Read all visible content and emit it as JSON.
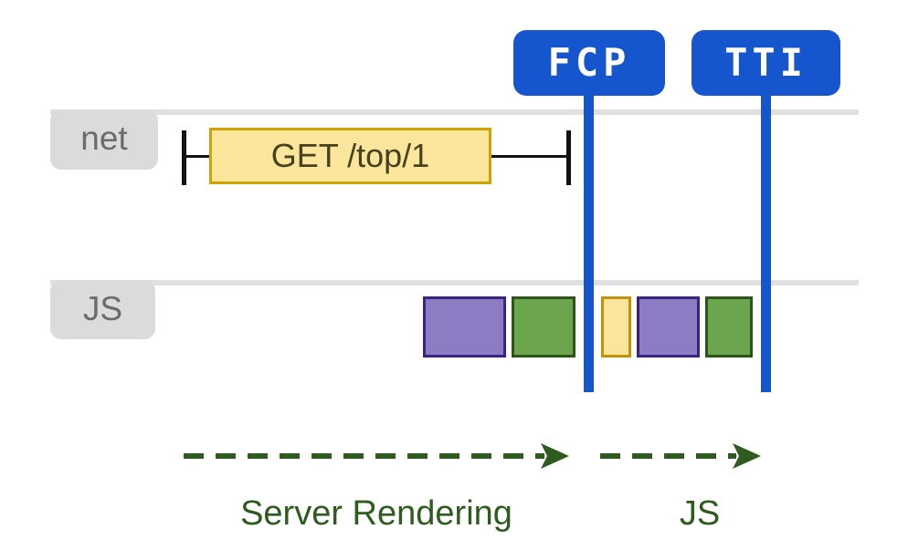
{
  "markers": [
    {
      "id": "fcp",
      "label": "FCP"
    },
    {
      "id": "tti",
      "label": "TTI"
    }
  ],
  "rows": [
    {
      "id": "net",
      "label": "net",
      "request_label": "GET /top/1"
    },
    {
      "id": "js",
      "label": "JS",
      "blocks": [
        {
          "color": "purple"
        },
        {
          "color": "green"
        },
        {
          "color": "yellow"
        },
        {
          "color": "purple"
        },
        {
          "color": "green"
        }
      ]
    }
  ],
  "phases": [
    {
      "label": "Server Rendering"
    },
    {
      "label": "JS"
    }
  ],
  "colors": {
    "marker_blue": "#1556CF",
    "track_gray": "#E0E0E0",
    "tab_gray": "#DBDBDB",
    "label_gray": "#6B6B6B",
    "request_fill": "#FCE69C",
    "request_border": "#D2A106",
    "request_text": "#46411F",
    "purple_fill": "#8B7CC4",
    "purple_border": "#3A2383",
    "green_fill": "#6BA64F",
    "green_border": "#2E5318",
    "yellow_fill": "#FBE49B",
    "yellow_border": "#C3930B",
    "arrow_green": "#2E5B1E",
    "whisker_black": "#111111"
  }
}
